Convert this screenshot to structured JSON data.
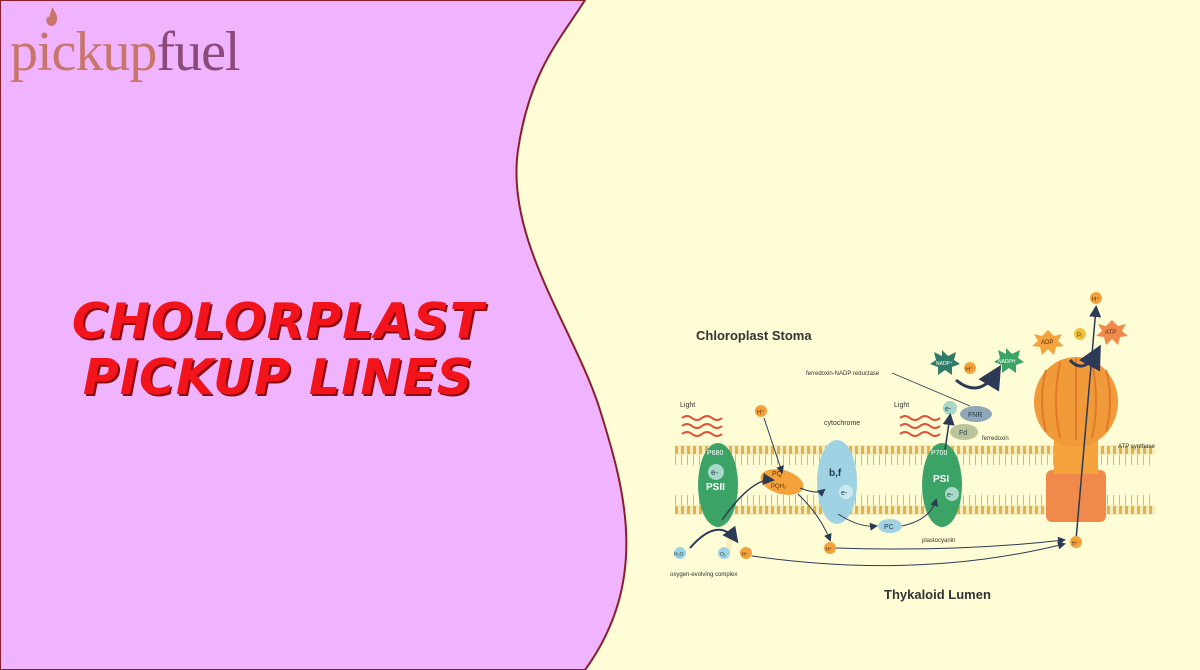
{
  "logo": {
    "part1": "pickup",
    "part2": "fuel"
  },
  "title": {
    "line1": "CHOLORPLAST",
    "line2": "PICKUP LINES"
  },
  "diagram": {
    "stoma_label": "Chloroplast Stoma",
    "lumen_label": "Thykaloid Lumen",
    "light_left": "Light",
    "light_right": "Light",
    "p680": "P680",
    "psii": "PSII",
    "p700": "P700",
    "psi": "PSI",
    "electron": "e-",
    "pq": "PQ",
    "pqh2": "PQH₂",
    "cytochrome": "cytochrome",
    "bf": "b,f",
    "pc": "PC",
    "plastocyanin": "plastocyanin",
    "fnr": "FNR",
    "fd": "Fd",
    "ferredoxin": "ferredoxin",
    "fnr_label": "ferredoxin-NADP reductase",
    "nadp": "NADP⁺",
    "nadph": "NADPH",
    "hplus": "H⁺",
    "adp": "ADP",
    "pi": "Pᵢ",
    "atp": "ATP",
    "atp_synthase": "ATP synthase",
    "h2o": "H₂O",
    "o2": "O₂",
    "oec": "oxygen-evolving complex"
  },
  "colors": {
    "left_panel": "#efb4fd",
    "right_panel": "#fefdd6",
    "title_red": "#f2141a",
    "psii_green": "#3aa365",
    "cytochrome_blue": "#9fd3e3",
    "atp_orange": "#f19a3a"
  }
}
